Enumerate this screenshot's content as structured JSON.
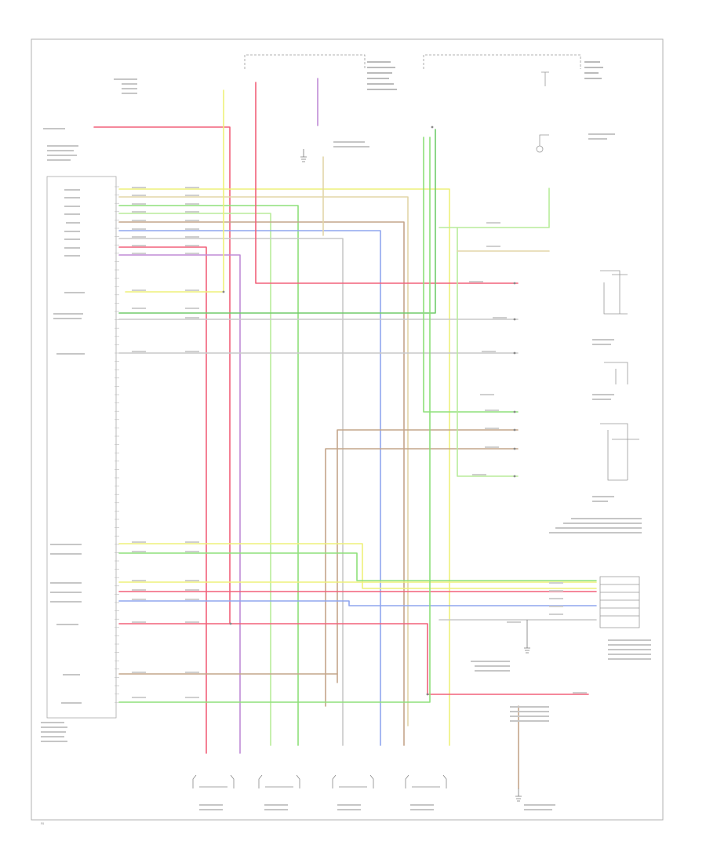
{
  "diagram": {
    "page_marker": "F0"
  },
  "colors": {
    "background": "#ffffff",
    "frame": "#b0b0b0",
    "black": "#555555",
    "red": "#f2607a",
    "yellow": "#eef07a",
    "green": "#8ee07a",
    "blue": "#8fa6ee",
    "purple": "#c08cd6",
    "brown": "#c4a58a",
    "tan": "#e3d6a8",
    "gray": "#c8c8c8",
    "light_green": "#b8ec9a",
    "dark_green": "#70cc6a"
  },
  "components": [
    {
      "id": "control_module",
      "icon": "connector-block-icon"
    },
    {
      "id": "lf_speaker",
      "icon": "speaker-icon"
    },
    {
      "id": "lr_speaker",
      "icon": "speaker-icon"
    },
    {
      "id": "rf_speaker",
      "icon": "speaker-icon"
    },
    {
      "id": "rr_speaker",
      "icon": "speaker-icon"
    },
    {
      "id": "ground_g1",
      "icon": "ground-icon"
    },
    {
      "id": "ground_g2",
      "icon": "ground-icon"
    },
    {
      "id": "ground_g3",
      "icon": "ground-icon"
    }
  ]
}
